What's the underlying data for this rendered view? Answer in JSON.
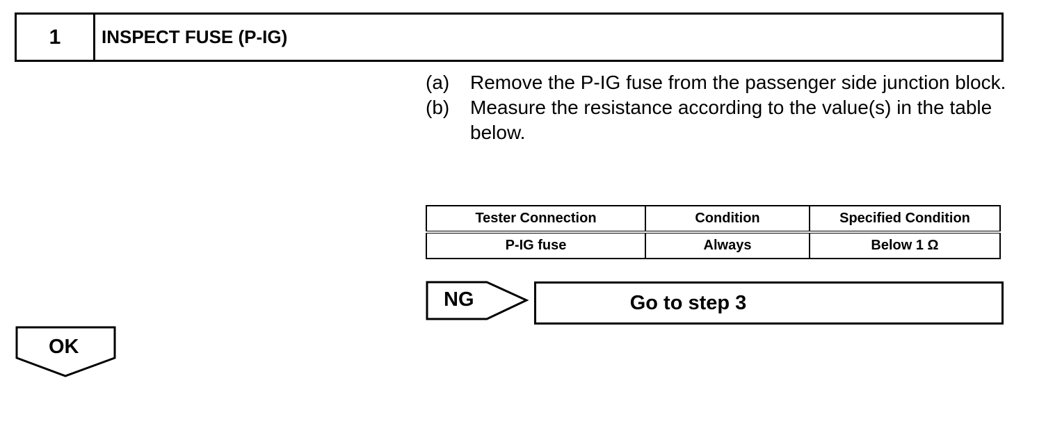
{
  "step": {
    "number": "1",
    "title": "INSPECT FUSE (P-IG)"
  },
  "instructions": [
    {
      "letter": "(a)",
      "text": "Remove the P-IG fuse from the passenger side junction block."
    },
    {
      "letter": "(b)",
      "text": "Measure the resistance according to the value(s) in the table below."
    }
  ],
  "table": {
    "headers": [
      "Tester Connection",
      "Condition",
      "Specified Condition"
    ],
    "rows": [
      [
        "P-IG fuse",
        "Always",
        "Below 1 Ω"
      ]
    ]
  },
  "ng": {
    "label": "NG",
    "action": "Go to step 3"
  },
  "ok": {
    "label": "OK"
  }
}
